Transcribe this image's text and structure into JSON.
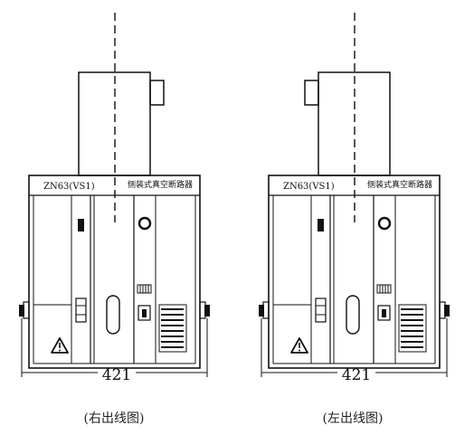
{
  "drawings": [
    {
      "model": "ZN63(VS1)",
      "name": "侧装式真空断路器",
      "width_dim": "421",
      "caption": "(右出线图)"
    },
    {
      "model": "ZN63(VS1)",
      "name": "侧装式真空断路器",
      "width_dim": "421",
      "caption": "(左出线图)"
    }
  ]
}
